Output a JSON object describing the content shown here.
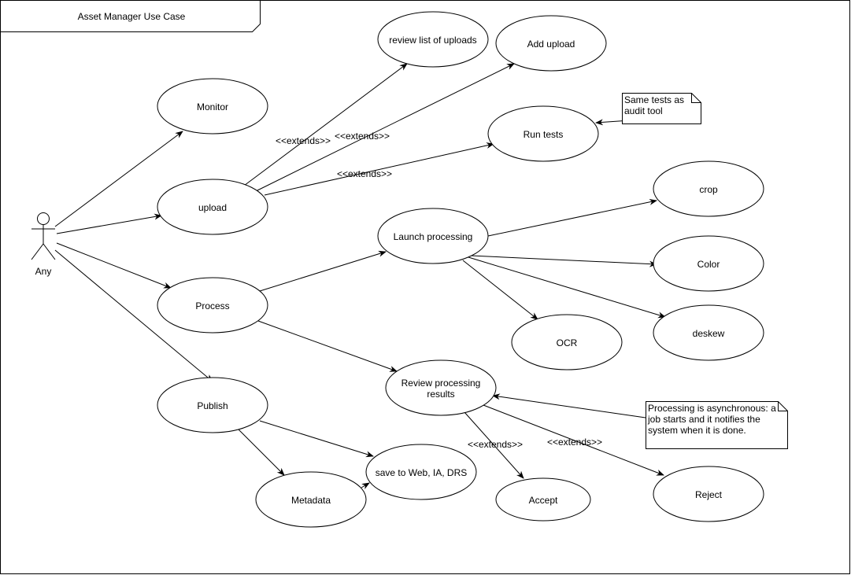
{
  "frame": {
    "title": "Asset Manager Use Case"
  },
  "actor": {
    "name": "Any"
  },
  "use_cases": {
    "monitor": "Monitor",
    "upload": "upload",
    "review_uploads": "review list of uploads",
    "add_upload": "Add upload",
    "run_tests": "Run tests",
    "process": "Process",
    "launch_processing": "Launch processing",
    "crop": "crop",
    "color": "Color",
    "deskew": "deskew",
    "ocr": "OCR",
    "review_results_1": "Review processing",
    "review_results_2": "results",
    "publish": "Publish",
    "save_to": "save to Web, IA, DRS",
    "metadata": "Metadata",
    "accept": "Accept",
    "reject": "Reject"
  },
  "notes": {
    "tests_note_1": "Same tests as",
    "tests_note_2": "audit tool",
    "async_note_1": "Processing is asynchronous: a",
    "async_note_2": "job starts and it notifies the",
    "async_note_3": "system when it is done."
  },
  "edge_labels": {
    "extends": "<<extends>>"
  }
}
